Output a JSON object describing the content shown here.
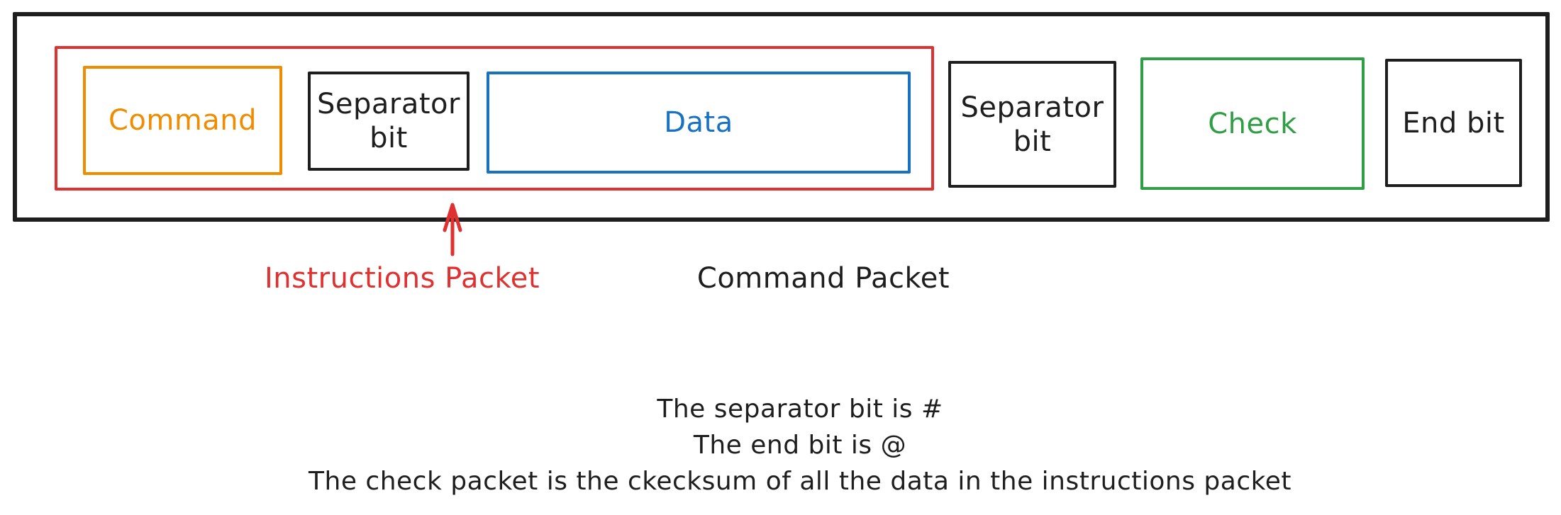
{
  "colors": {
    "ink": "#1e1e1e",
    "red": "#e03131",
    "orange": "#f08c00",
    "blue": "#1971c2",
    "green": "#2f9e44",
    "background": "#ffffff"
  },
  "diagram": {
    "boxes": {
      "command": {
        "label": "Command",
        "color": "#f08c00"
      },
      "separator1": {
        "label": "Separator\nbit",
        "color": "#1e1e1e"
      },
      "data": {
        "label": "Data",
        "color": "#1971c2"
      },
      "separator2": {
        "label": "Separator\nbit",
        "color": "#1e1e1e"
      },
      "check": {
        "label": "Check",
        "color": "#2f9e44"
      },
      "end": {
        "label": "End bit",
        "color": "#1e1e1e"
      }
    },
    "annotations": {
      "instructions_packet": "Instructions Packet",
      "command_packet": "Command Packet"
    }
  },
  "notes": {
    "lines": [
      "The separator bit is #",
      "The end bit is @",
      "The check packet is the ckecksum of all the data in the instructions packet"
    ]
  }
}
